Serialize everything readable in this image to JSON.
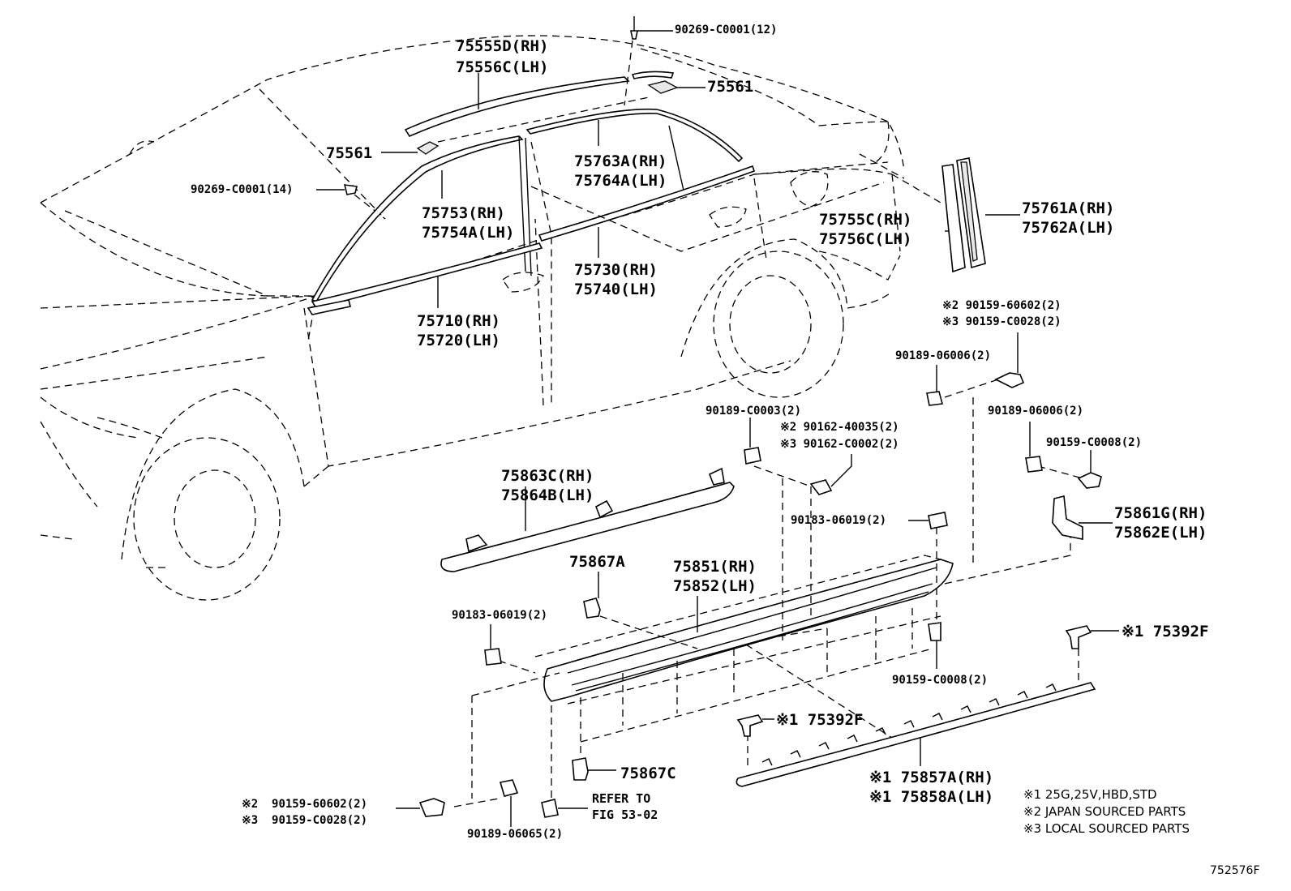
{
  "diagram": {
    "figure_id": "752576F",
    "labels": {
      "clip_top": "90269-C0001(12)",
      "roof_mold_a": "75555D(RH)",
      "roof_mold_b": "75556C(LH)",
      "clip_75561_right": "75561",
      "clip_75561_left": "75561",
      "clip_front": "90269-C0001(14)",
      "frame_rear_a": "75763A(RH)",
      "frame_rear_b": "75764A(LH)",
      "frame_front_a": "75753(RH)",
      "frame_front_b": "75754A(LH)",
      "belt_rear_a": "75730(RH)",
      "belt_rear_b": "75740(LH)",
      "belt_front_a": "75710(RH)",
      "belt_front_b": "75720(LH)",
      "quarter_a": "75755C(RH)",
      "quarter_b": "75756C(LH)",
      "pillar_a": "75761A(RH)",
      "pillar_b": "75762A(LH)",
      "bolt_note_a": "※2 90159-60602(2)",
      "bolt_note_b": "※3 90159-C0028(2)",
      "nut_upper": "90189-06006(2)",
      "nut_right": "90189-06006(2)",
      "screw_right": "90159-C0008(2)",
      "plug": "90189-C0003(2)",
      "screw_mid_a": "※2 90162-40035(2)",
      "screw_mid_b": "※3 90162-C0002(2)",
      "bracket_a": "75861G(RH)",
      "bracket_b": "75862E(LH)",
      "nut_mid": "90183-06019(2)",
      "sill_upper_a": "75863C(RH)",
      "sill_upper_b": "75864B(LH)",
      "clip_75867a": "75867A",
      "rocker_a": "75851(RH)",
      "rocker_b": "75852(LH)",
      "nut_left": "90183-06019(2)",
      "clip_right_top": "※1 75392F",
      "screw_lower": "90159-C0008(2)",
      "clip_lower_mid": "※1 75392F",
      "clip_75867c": "75867C",
      "lower_mold_a": "※1 75857A(RH)",
      "lower_mold_b": "※1 75858A(LH)",
      "bolt_left_a": "※2  90159-60602(2)",
      "bolt_left_b": "※3  90159-C0028(2)",
      "refer_a": "REFER TO",
      "refer_b": "FIG 53-02",
      "nut_bottom": "90189-06065(2)",
      "note_1": "※1 25G,25V,HBD,STD",
      "note_2": "※2 JAPAN SOURCED PARTS",
      "note_3": "※3 LOCAL SOURCED PARTS"
    }
  }
}
